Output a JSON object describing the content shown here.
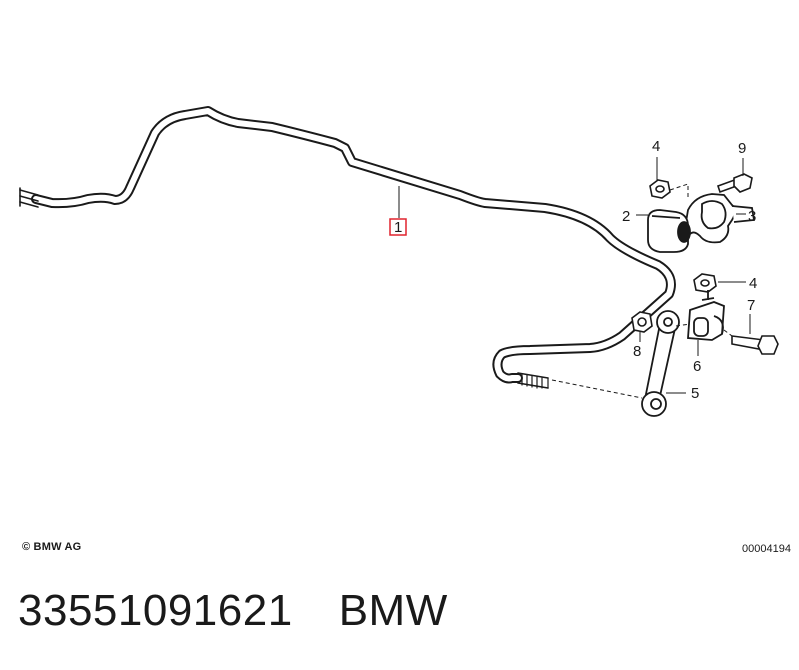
{
  "diagram": {
    "callouts": [
      {
        "id": "1",
        "label": "1",
        "highlighted": true
      },
      {
        "id": "2",
        "label": "2"
      },
      {
        "id": "3",
        "label": "3"
      },
      {
        "id": "4a",
        "label": "4"
      },
      {
        "id": "9",
        "label": "9"
      },
      {
        "id": "4b",
        "label": "4"
      },
      {
        "id": "7",
        "label": "7"
      },
      {
        "id": "8",
        "label": "8"
      },
      {
        "id": "6",
        "label": "6"
      },
      {
        "id": "5",
        "label": "5"
      }
    ],
    "highlight_color": "#e0232e",
    "line_color": "#1a1a1a"
  },
  "footer": {
    "copyright": "© BMW AG",
    "drawing_number": "00004194"
  },
  "caption": {
    "part_number": "33551091621",
    "brand": "BMW"
  }
}
